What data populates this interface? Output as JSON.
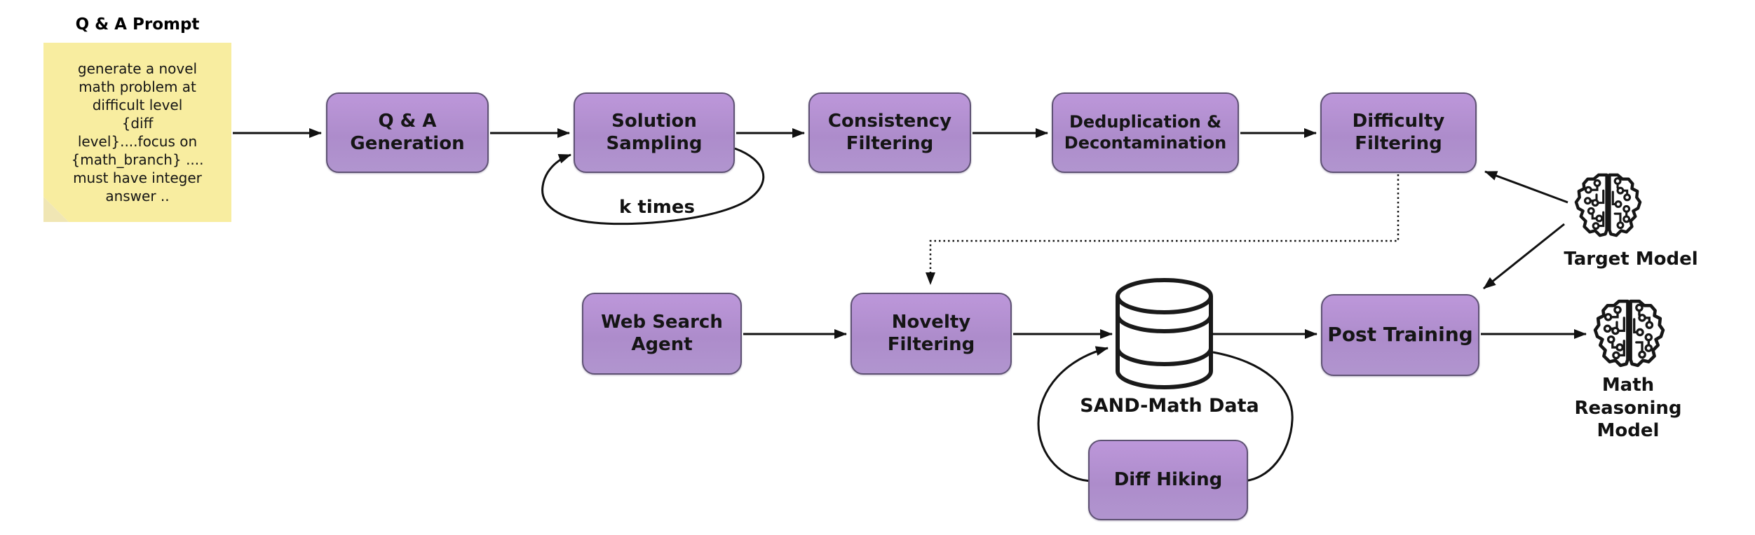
{
  "note": {
    "title": "Q & A Prompt",
    "lines": [
      "generate a novel",
      "math problem at",
      "difficult level",
      "{diff",
      "level}....focus on",
      "{math_branch} ....",
      "must have integer",
      "answer .."
    ]
  },
  "boxes": {
    "qa_generation": {
      "label": "Q & A\nGeneration"
    },
    "solution_sampling": {
      "label": "Solution\nSampling"
    },
    "consistency_filtering": {
      "label": "Consistency\nFiltering"
    },
    "deduplication": {
      "label": "Deduplication &\nDecontamination"
    },
    "difficulty_filtering": {
      "label": "Difficulty\nFiltering"
    },
    "web_search_agent": {
      "label": "Web Search\nAgent"
    },
    "novelty_filtering": {
      "label": "Novelty\nFiltering"
    },
    "post_training": {
      "label": "Post Training"
    },
    "diff_hiking": {
      "label": "Diff Hiking"
    }
  },
  "labels": {
    "k_times": "k times",
    "sand_math_data": "SAND-Math Data",
    "target_model": "Target Model",
    "math_reasoning_model": "Math\nReasoning\nModel"
  },
  "icons": {
    "database": "database-cylinder-icon",
    "target_model": "circuit-brain-icon",
    "math_reasoning_model": "circuit-brain-icon"
  },
  "colors": {
    "box_fill_top": "#bd97da",
    "box_fill_bottom": "#ad8ccb",
    "box_border": "#5e5273",
    "note_fill": "#f8eda0",
    "note_fold": "#f0e6b4",
    "arrow": "#111111",
    "background": "#ffffff"
  }
}
